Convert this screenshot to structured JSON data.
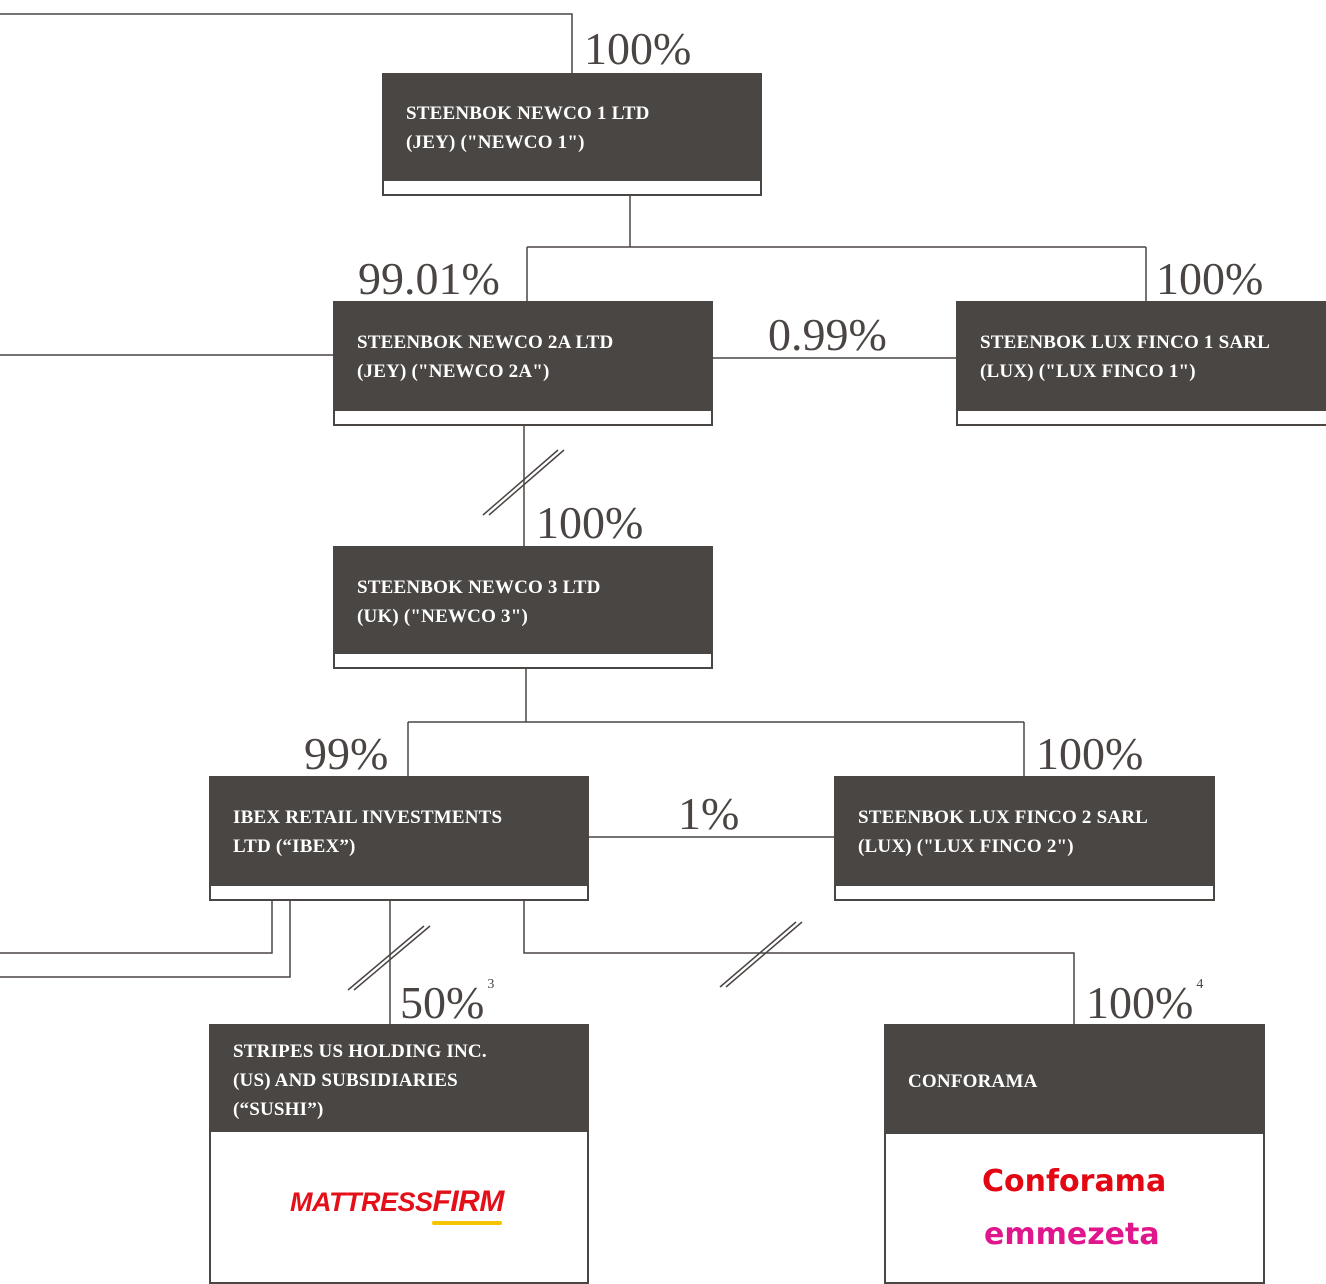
{
  "colors": {
    "box": "#4a4643",
    "line": "#4a4543",
    "conforama": "#e30613",
    "emmezeta": "#e0168c",
    "mattress_red": "#e3101a",
    "mattress_yellow": "#f5c400"
  },
  "entities": {
    "newco1": {
      "line1": "STEENBOK NEWCO 1 LTD",
      "line2": "(JEY) (\"NEWCO 1\")"
    },
    "newco2a": {
      "line1": "STEENBOK NEWCO 2A LTD",
      "line2": "(JEY) (\"NEWCO 2A\")"
    },
    "luxfinco1": {
      "line1": "STEENBOK LUX FINCO 1 SARL",
      "line2": "(LUX) (\"LUX FINCO 1\")"
    },
    "newco3": {
      "line1": "STEENBOK NEWCO 3 LTD",
      "line2": "(UK) (\"NEWCO 3\")"
    },
    "ibex": {
      "line1": "IBEX RETAIL INVESTMENTS",
      "line2": "LTD (“IBEX”)"
    },
    "luxfinco2": {
      "line1": "STEENBOK LUX FINCO 2 SARL",
      "line2": "(LUX) (\"LUX FINCO 2\")"
    },
    "sushi": {
      "line1": "STRIPES US HOLDING INC.",
      "line2": "(US) AND SUBSIDIARIES",
      "line3": "(“SUSHI”)"
    },
    "conforama": {
      "line1": "CONFORAMA"
    }
  },
  "ownership": {
    "newco1": "100%",
    "newco2a": "99.01%",
    "luxfinco1": "100%",
    "newco2a_to_luxfinco1": "0.99%",
    "newco3": "100%",
    "ibex": "99%",
    "luxfinco2": "100%",
    "ibex_to_luxfinco2": "1%",
    "sushi": "50%",
    "sushi_note": "3",
    "conforama": "100%",
    "conforama_note": "4"
  },
  "logos": {
    "mattress_a": "MATTRESS",
    "mattress_b": "FIRM",
    "conforama": "Conforama",
    "emmezeta": "emmezeta"
  }
}
